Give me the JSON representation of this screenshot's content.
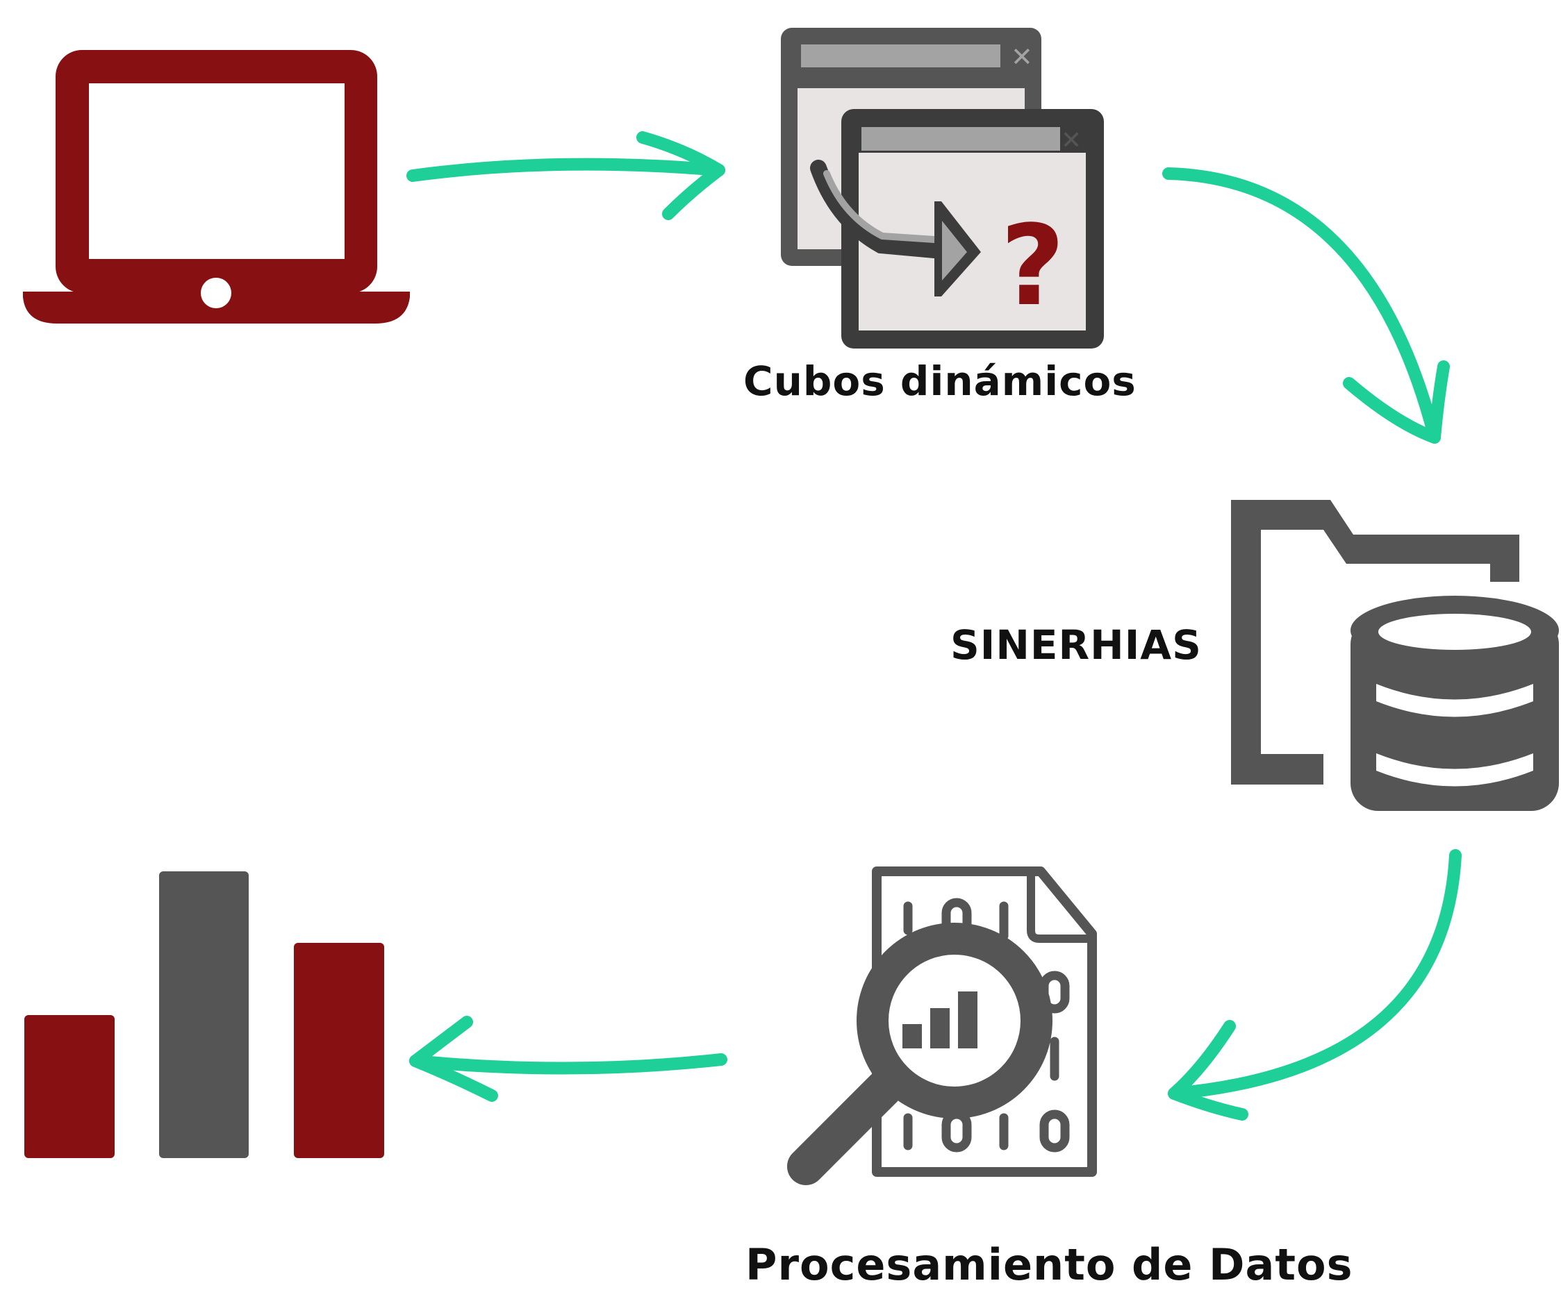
{
  "colors": {
    "maroon": "#861012",
    "dark_gray": "#555555",
    "mid_gray": "#a3a3a3",
    "light_panel": "#e8e4e4",
    "arrow_green": "#1ecf97"
  },
  "nodes": {
    "laptop": {
      "icon": "laptop-icon"
    },
    "cubes": {
      "icon": "pivot-windows-icon",
      "label": "Cubos dinámicos"
    },
    "database": {
      "icon": "folder-database-icon",
      "label": "SINERHIAS"
    },
    "processing": {
      "icon": "data-analysis-icon",
      "label": "Procesamiento de Datos"
    },
    "chart": {
      "icon": "bar-chart-icon"
    }
  },
  "flow": [
    "laptop",
    "cubes",
    "database",
    "processing",
    "chart"
  ]
}
